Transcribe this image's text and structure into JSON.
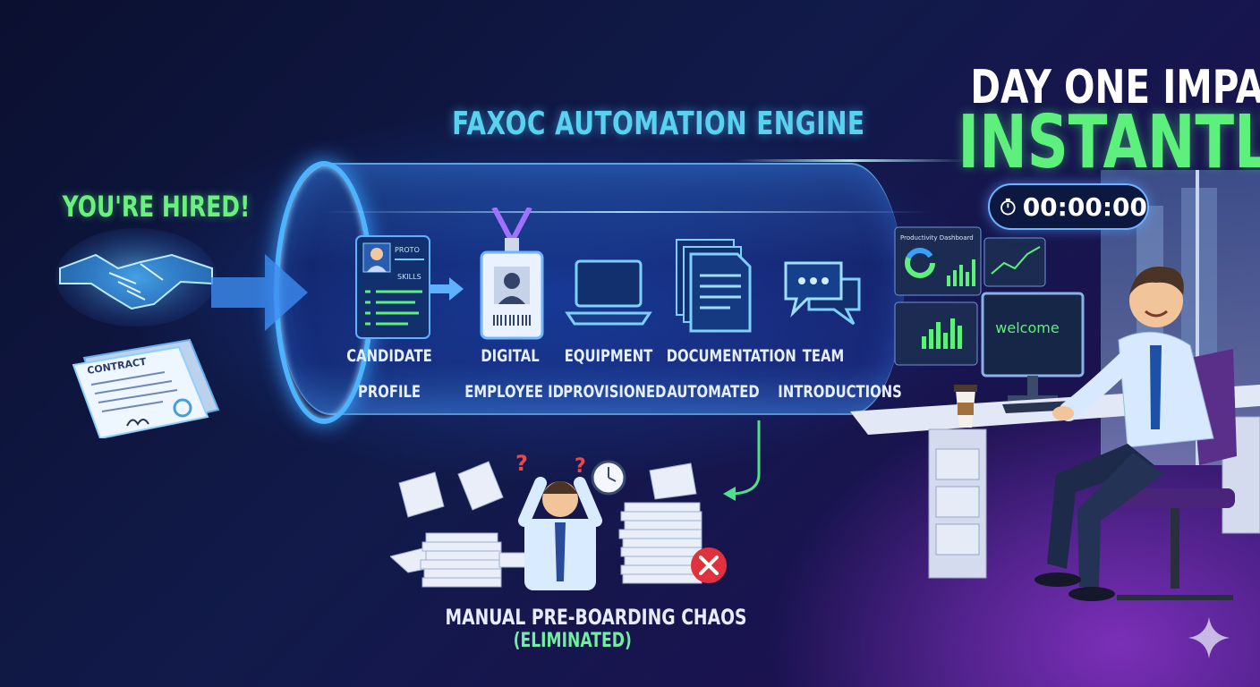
{
  "engine_title": "FAXOC AUTOMATION ENGINE",
  "hired": "YOU'RE HIRED!",
  "contract_label": "CONTRACT",
  "profile_card": {
    "photo_label": "PROTO",
    "skills_label": "SKILLS"
  },
  "steps": [
    {
      "line1": "CANDIDATE",
      "line2": "PROFILE",
      "icon": "candidate-profile-card-icon"
    },
    {
      "line1": "DIGITAL",
      "line2": "EMPLOYEE ID",
      "icon": "employee-id-badge-icon"
    },
    {
      "line1": "EQUIPMENT",
      "line2": "PROVISIONED",
      "icon": "laptop-icon"
    },
    {
      "line1": "DOCUMENTATION",
      "line2": "AUTOMATED",
      "icon": "documents-icon"
    },
    {
      "line1": "TEAM",
      "line2": "INTRODUCTIONS",
      "icon": "chat-bubbles-icon"
    }
  ],
  "chaos": {
    "title": "MANUAL PRE-BOARDING CHAOS",
    "subtitle": "(ELIMINATED)"
  },
  "impact": {
    "line1": "DAY ONE IMPACT",
    "line2": "INSTANTLY",
    "timer": "00:00:00"
  },
  "screens": {
    "dashboard_title": "Productivity Dashboard",
    "welcome": "welcome"
  },
  "colors": {
    "accent_blue": "#4fb4ff",
    "accent_green": "#5ef07c",
    "title_cyan": "#59d2f0",
    "error_red": "#e0323c"
  }
}
